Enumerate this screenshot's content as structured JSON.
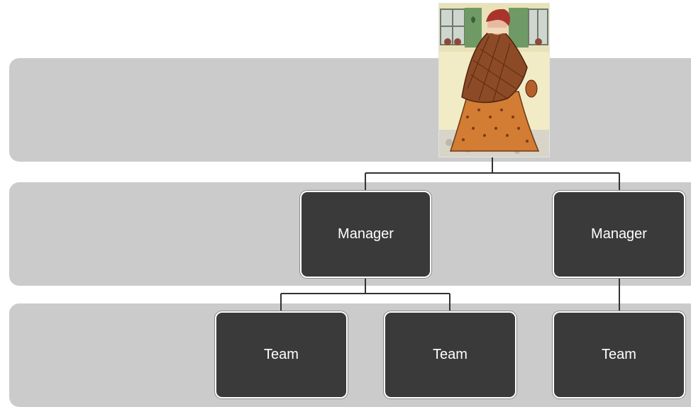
{
  "top": {
    "image": "portrait-illustration-icon"
  },
  "managers": [
    {
      "label": "Manager"
    },
    {
      "label": "Manager"
    }
  ],
  "teams": [
    {
      "label": "Team"
    },
    {
      "label": "Team"
    },
    {
      "label": "Team"
    }
  ],
  "colors": {
    "band": "#cbcbcb",
    "node": "#3a3a3a",
    "node_text": "#ffffff",
    "connector": "#333333"
  }
}
